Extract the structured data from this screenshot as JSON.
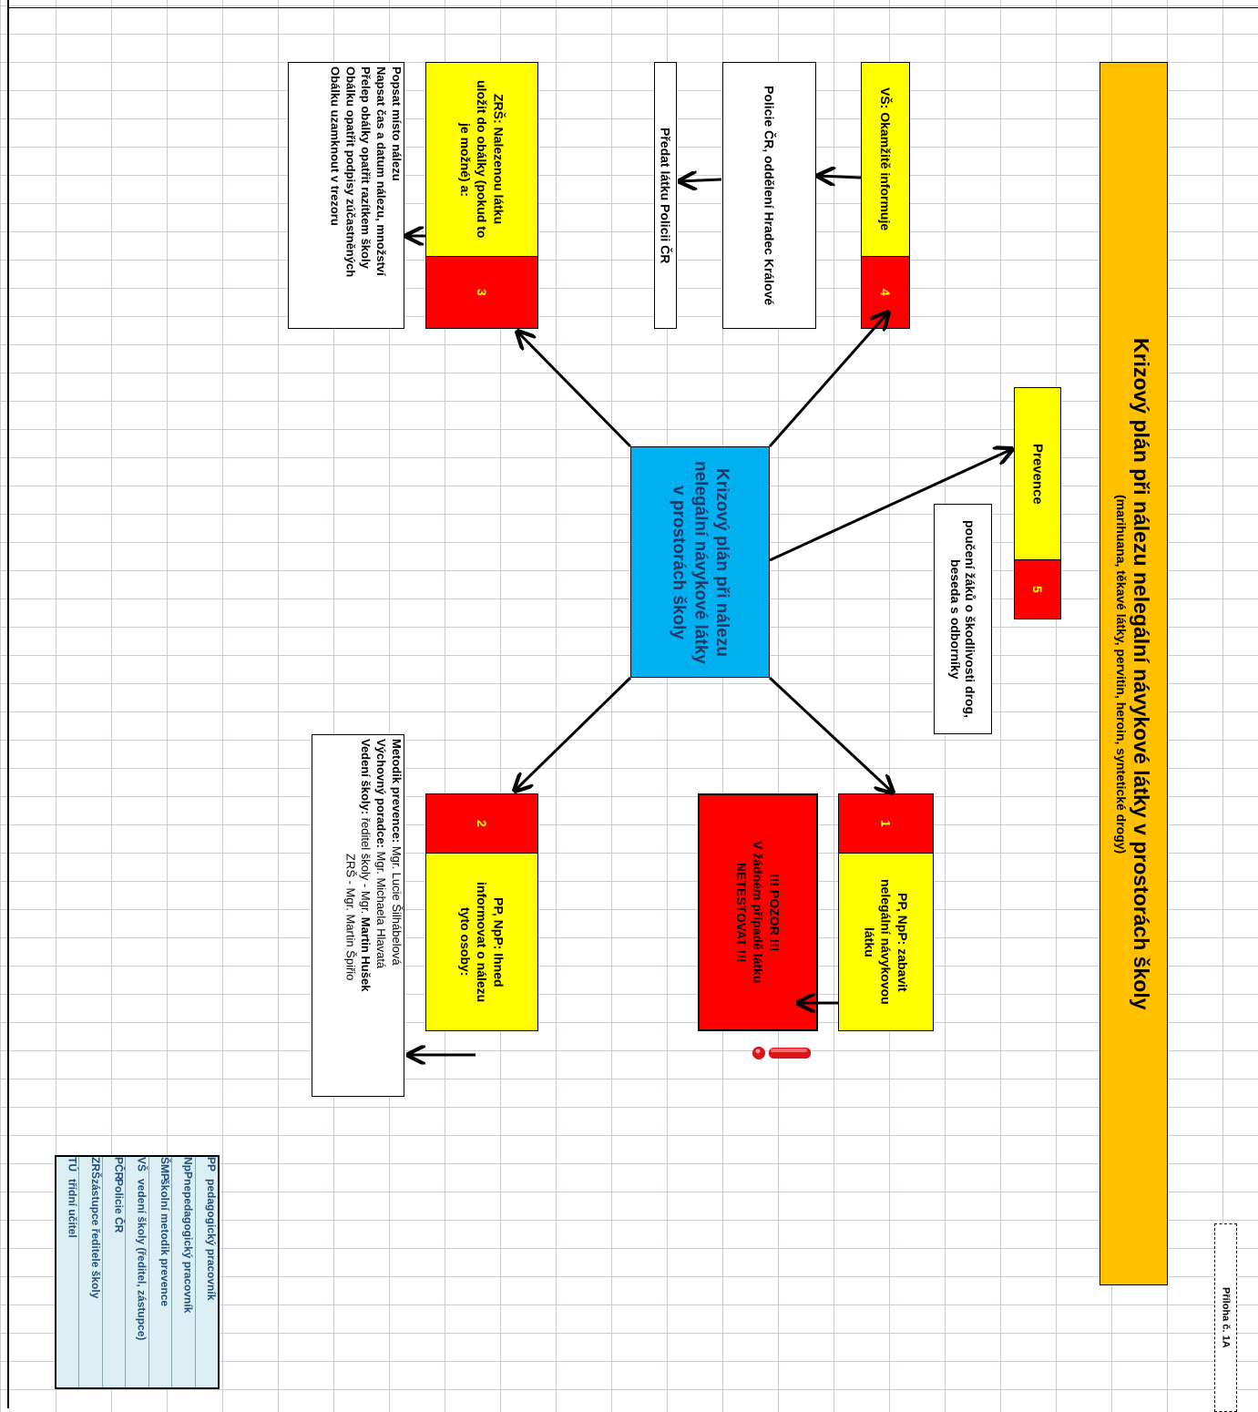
{
  "title": {
    "main": "Krizový plán při nálezu nelegální návykové látky v prostorách školy",
    "subtitle": "(marihuana, těkavé látky, pervitin, heroin, syntetické drogy)"
  },
  "annex_label": "Příloha č. 1A",
  "center": {
    "line1": "Krizový plán při nálezu",
    "line2": "nelegální návykové látky",
    "line3": "v prostorách školy"
  },
  "steps": {
    "s1": {
      "number": "1",
      "line1": "PP, NpP: zabavit",
      "line2": "nelegální návykovou",
      "line3": "látku"
    },
    "s2": {
      "number": "2",
      "line1": "PP, NpP: Ihned",
      "line2": "informovat o nálezu",
      "line3": "tyto osoby:"
    },
    "s3": {
      "number": "3",
      "line1": "ZRŠ: Nalezenou látku",
      "line2": "uložit do obálky (pokud to",
      "line3": "je možné) a:"
    },
    "s4": {
      "number": "4",
      "text": "VŠ: Okamžitě informuje"
    },
    "s5": {
      "number": "5",
      "text": "Prevence"
    }
  },
  "warning": {
    "line1": "!!! POZOR !!!",
    "line2": "V žádném případě látku",
    "line3": "NETESTOVAT !!!"
  },
  "prevention_note": {
    "line1": "poučení žáků o škodlivosti drog,",
    "line2": "beseda s odborníky"
  },
  "police": {
    "department": "Policie ČR, oddělení Hradec Králové",
    "handover": "Předat látku Policii ČR"
  },
  "envelope_steps": [
    "Popsat místo nálezu",
    "Napsat čas a datum nálezu, množství",
    "Přelep obálky opatřit razítkem školy",
    "Obálku opatřit podpisy zúčastněných",
    "Obálku uzamknout v trezoru"
  ],
  "contacts": {
    "prevention_label": "Metodik prevence:",
    "prevention_name": " Mgr. Lucie Šilhábelová",
    "counselor_label": "Výchovný poradce:",
    "counselor_name": " Mgr. Michaela Hlavatá",
    "management_label": "Vedení školy:",
    "management_text": "  ředitel školy - Mgr. ",
    "management_name": "Martin Hušek",
    "deputy": "ZRŠ - Mgr. Martin Špiřio"
  },
  "legend": [
    {
      "abbr": "PP",
      "desc": "pedagogický pracovník"
    },
    {
      "abbr": "NpP",
      "desc": "nepedagogický pracovník"
    },
    {
      "abbr": "ŠMP",
      "desc": "školní metodik prevence"
    },
    {
      "abbr": "VŠ",
      "desc": "vedení školy (ředitel, zástupce)"
    },
    {
      "abbr": "PČR",
      "desc": "Policie ČR"
    },
    {
      "abbr": "ZRŠ",
      "desc": "zástupce ředitele školy"
    },
    {
      "abbr": "TÚ",
      "desc": "třídní učitel"
    }
  ],
  "colors": {
    "title_bg": "#ffc000",
    "center_bg": "#00b0f0",
    "center_text": "#1f3864",
    "step_yellow": "#ffff00",
    "step_red": "#ff0000",
    "legend_bg": "#dbeef3",
    "legend_text": "#1f4e79"
  },
  "icons": [
    "exclamation-icon"
  ]
}
